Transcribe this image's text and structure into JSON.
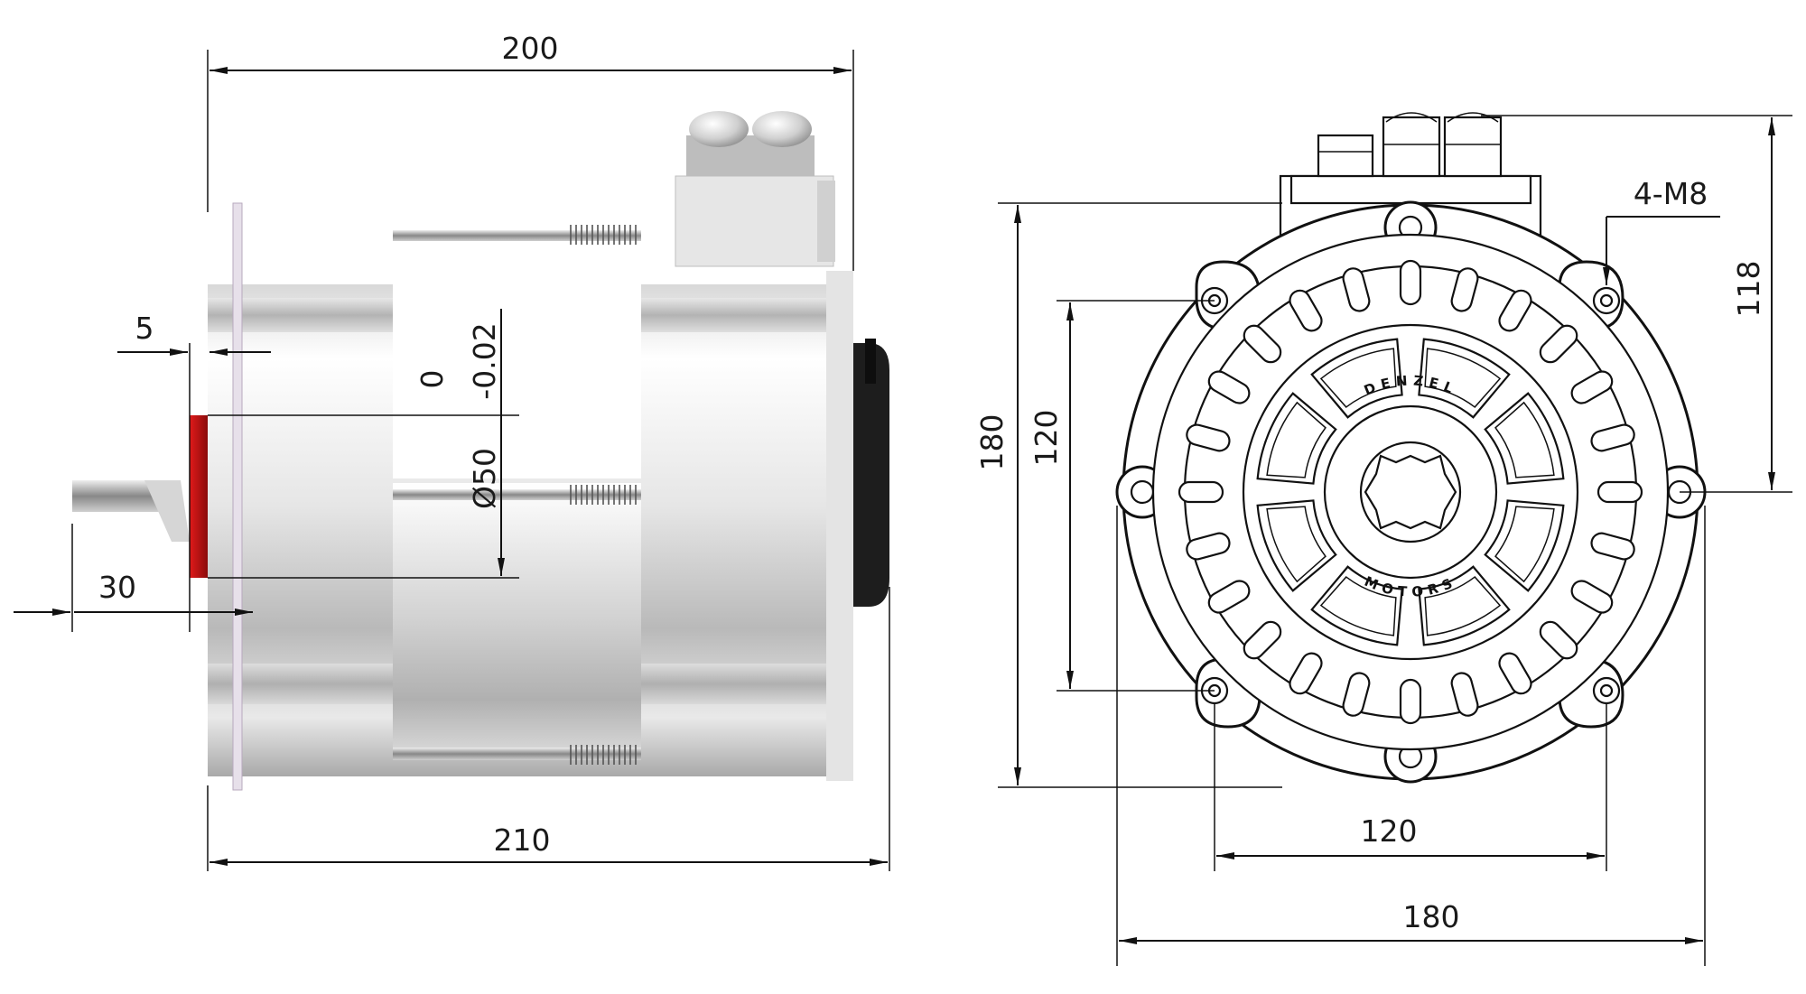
{
  "side_view": {
    "length_overall": "200",
    "length_total": "210",
    "shaft_step": "5",
    "shaft_length": "30",
    "shaft_diameter": "Ø50",
    "tolerance_upper": "0",
    "tolerance_lower": "-0.02"
  },
  "front_view": {
    "bolt_callout": "4-M8",
    "height_to_gland": "118",
    "height_outer": "180",
    "height_bolt": "120",
    "width_bolt": "120",
    "width_outer": "180",
    "logo_top": "DENZEL",
    "logo_bottom": "MOTORS"
  }
}
